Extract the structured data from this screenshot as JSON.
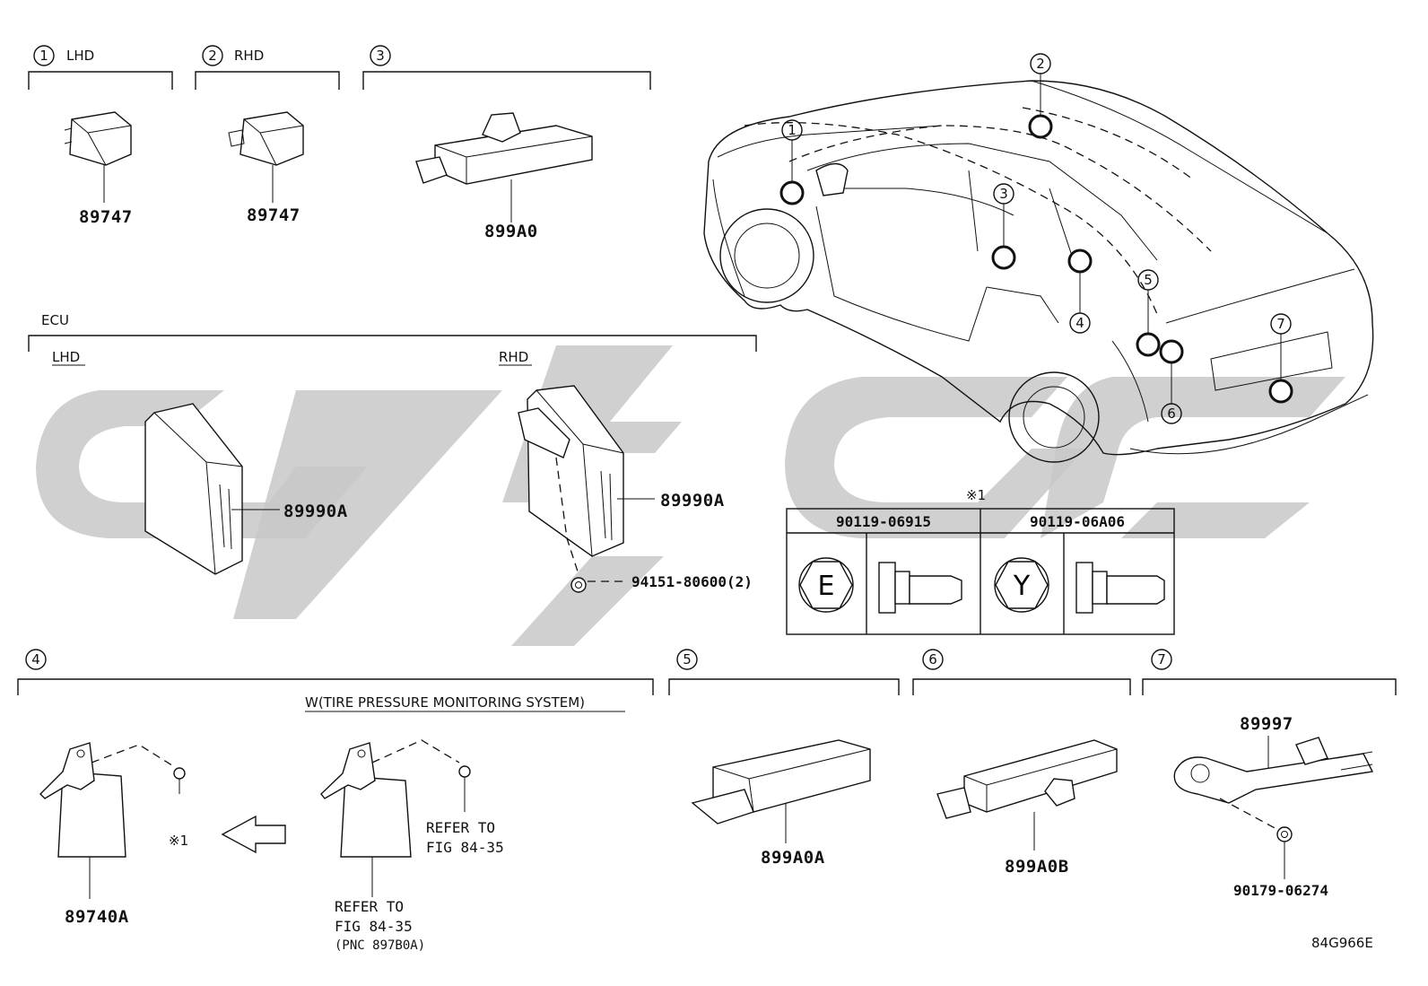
{
  "callouts": {
    "c1": {
      "num": "1",
      "label": "LHD"
    },
    "c2": {
      "num": "2",
      "label": "RHD"
    },
    "c3": {
      "num": "3"
    },
    "c4": {
      "num": "4"
    },
    "c5": {
      "num": "5"
    },
    "c6": {
      "num": "6"
    },
    "c7": {
      "num": "7"
    }
  },
  "ecu": {
    "title": "ECU",
    "lhd": "LHD",
    "rhd": "RHD"
  },
  "parts": {
    "p89747_lhd": "89747",
    "p89747_rhd": "89747",
    "p899A0": "899A0",
    "p89990A_lhd": "89990A",
    "p89990A_rhd": "89990A",
    "p94151": "94151-80600(2)",
    "p89740A": "89740A",
    "p899A0A": "899A0A",
    "p899A0B": "899A0B",
    "p89997": "89997",
    "p90179": "90179-06274"
  },
  "bolt_table": {
    "note": "※1",
    "col1": "90119-06915",
    "col2": "90119-06A06",
    "mark1": "E",
    "mark2": "Y"
  },
  "tpms": {
    "title": "W(TIRE PRESSURE MONITORING SYSTEM)",
    "note_ref": "※1",
    "refer1": "REFER TO",
    "refer1b": "FIG 84-35",
    "refer2": "REFER TO",
    "refer2b": "FIG 84-35",
    "refer2c": "(PNC 897B0A)"
  },
  "car_markers": [
    "1",
    "2",
    "3",
    "4",
    "5",
    "6",
    "7"
  ],
  "figure_id": "84G966E",
  "colors": {
    "line": "#111111",
    "watermark": "#c8c8c8"
  }
}
